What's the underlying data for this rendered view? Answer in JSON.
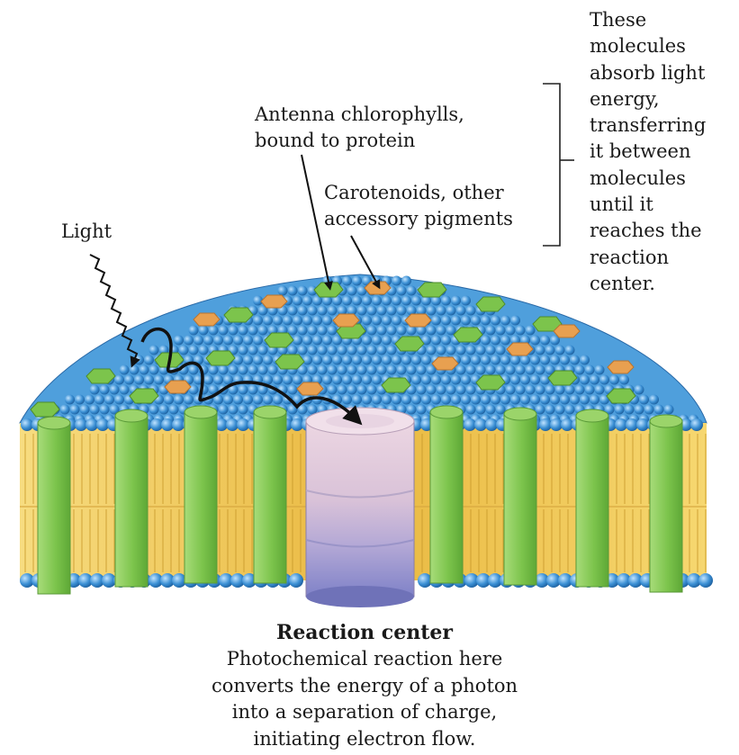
{
  "labels": {
    "light": "Light",
    "antenna": [
      "Antenna chlorophylls,",
      "bound to protein"
    ],
    "carotenoids": [
      "Carotenoids, other",
      "accessory pigments"
    ],
    "side_note": [
      "These",
      "molecules",
      "absorb light",
      "energy,",
      "transferring",
      "it between",
      "molecules",
      "until it",
      "reaches the",
      "reaction",
      "center."
    ]
  },
  "reaction_center": {
    "title": "Reaction center",
    "description": [
      "Photochemical reaction here",
      "converts the energy of a photon",
      "into a separation of charge,",
      "initiating electron flow."
    ]
  },
  "colors": {
    "lipid_head": "#3a8fd4",
    "lipid_tail": "#f2c84a",
    "chlorophyll_protein": "#8ccf5a",
    "carotenoid": "#e8a050",
    "reaction_center_top": "#e3c9d6",
    "reaction_center_bottom": "#8e8fd0",
    "arrow": "#111111"
  }
}
